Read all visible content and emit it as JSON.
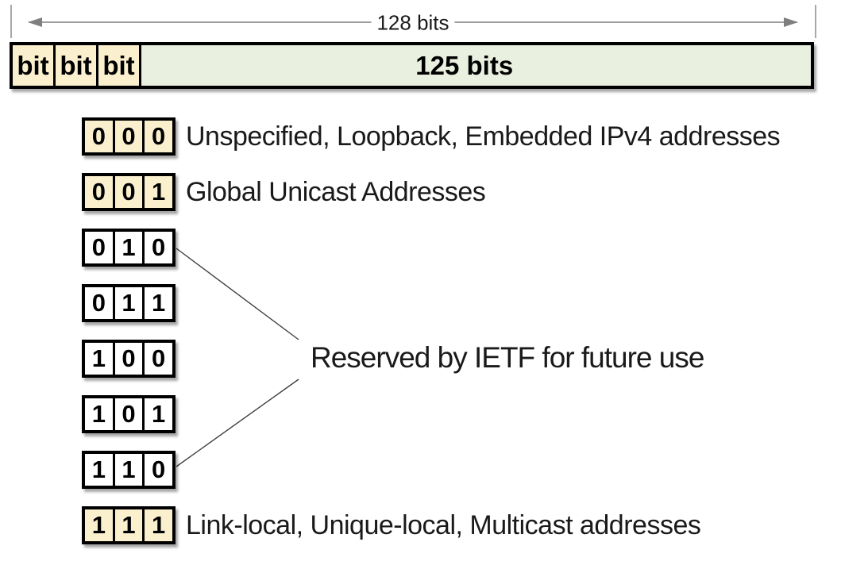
{
  "title": "IPv6 address leading-bits allocation diagram",
  "span": {
    "label": "128 bits"
  },
  "bar": {
    "bit_cells": [
      "bit",
      "bit",
      "bit"
    ],
    "body_label": "125 bits"
  },
  "rows": [
    {
      "bits": [
        "0",
        "0",
        "0"
      ],
      "highlight": true,
      "label": "Unspecified, Loopback, Embedded IPv4 addresses"
    },
    {
      "bits": [
        "0",
        "0",
        "1"
      ],
      "highlight": true,
      "label": "Global Unicast Addresses"
    },
    {
      "bits": [
        "0",
        "1",
        "0"
      ],
      "highlight": false,
      "label": ""
    },
    {
      "bits": [
        "0",
        "1",
        "1"
      ],
      "highlight": false,
      "label": ""
    },
    {
      "bits": [
        "1",
        "0",
        "0"
      ],
      "highlight": false,
      "label": ""
    },
    {
      "bits": [
        "1",
        "0",
        "1"
      ],
      "highlight": false,
      "label": ""
    },
    {
      "bits": [
        "1",
        "1",
        "0"
      ],
      "highlight": false,
      "label": ""
    },
    {
      "bits": [
        "1",
        "1",
        "1"
      ],
      "highlight": true,
      "label": "Link-local, Unique-local, Multicast addresses"
    }
  ],
  "reserved_note": "Reserved by IETF for future use",
  "colors": {
    "cell_highlight": "#fbf0ce",
    "bar_body_green": "#e9f0df",
    "border": "#000000",
    "arrow_gray": "#7f7f7f",
    "tick_gray": "#a8a8a8",
    "connector": "#404040"
  }
}
